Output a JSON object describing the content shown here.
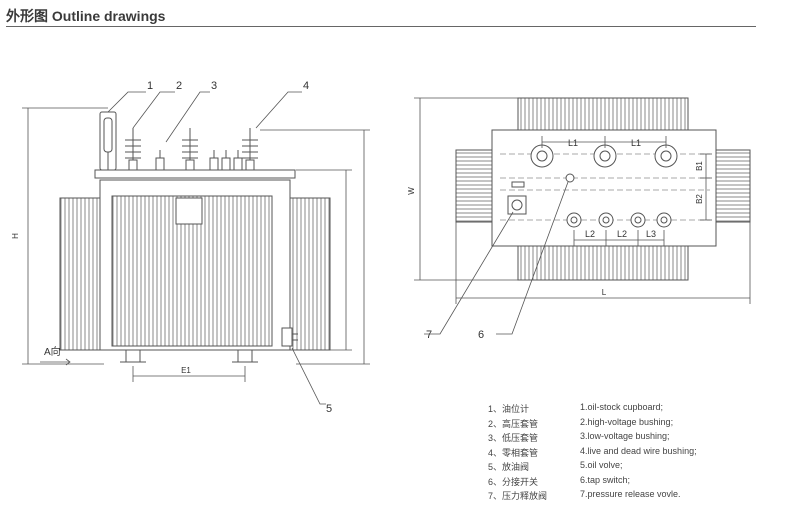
{
  "header": {
    "title": "外形图 Outline drawings"
  },
  "callouts": [
    "1",
    "2",
    "3",
    "4",
    "5",
    "6",
    "7"
  ],
  "dimensions": {
    "height": "H",
    "width": "W",
    "length": "L",
    "e1": "E1",
    "l1": "L1",
    "l2": "L2",
    "l3": "L3",
    "b1": "B1",
    "b2": "B2",
    "direction": "A向"
  },
  "legend": [
    {
      "cn": "1、油位计",
      "en": "1.oil-stock cupboard;"
    },
    {
      "cn": "2、高压套管",
      "en": "2.high-voltage bushing;"
    },
    {
      "cn": "3、低压套管",
      "en": "3.low-voltage bushing;"
    },
    {
      "cn": "4、零相套管",
      "en": "4.live and dead wire bushing;"
    },
    {
      "cn": "5、放油阀",
      "en": "5.oil volve;"
    },
    {
      "cn": "6、分接开关",
      "en": "6.tap switch;"
    },
    {
      "cn": "7、压力释放阀",
      "en": "7.pressure release vovle."
    }
  ],
  "colors": {
    "line": "#555555",
    "text": "#333333"
  }
}
